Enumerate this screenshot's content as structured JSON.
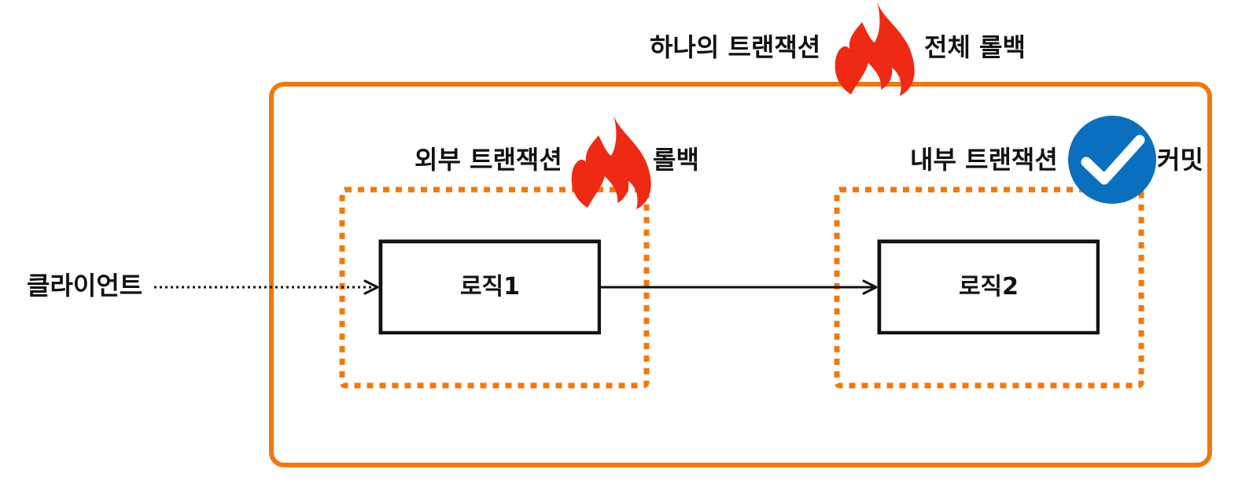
{
  "colors": {
    "outer_border": "#F0780E",
    "inner_border": "#F0780E",
    "flame": "#EE2A14",
    "check_bg": "#0A6FBE",
    "check_mark": "#FFFFFF",
    "text": "#111111",
    "line": "#111111"
  },
  "labels": {
    "whole_tx_left": "하나의 트랜잭션",
    "whole_tx_right": "전체 롤백",
    "outer_tx_left": "외부 트랜잭션",
    "outer_tx_right": "롤백",
    "inner_tx_left": "내부 트랜잭션",
    "inner_tx_right": "커밋",
    "client": "클라이언트",
    "logic1": "로직1",
    "logic2": "로직2"
  },
  "icons": {
    "whole_tx_status": "flame-icon",
    "outer_tx_status": "flame-icon",
    "inner_tx_status": "check-circle-icon"
  }
}
